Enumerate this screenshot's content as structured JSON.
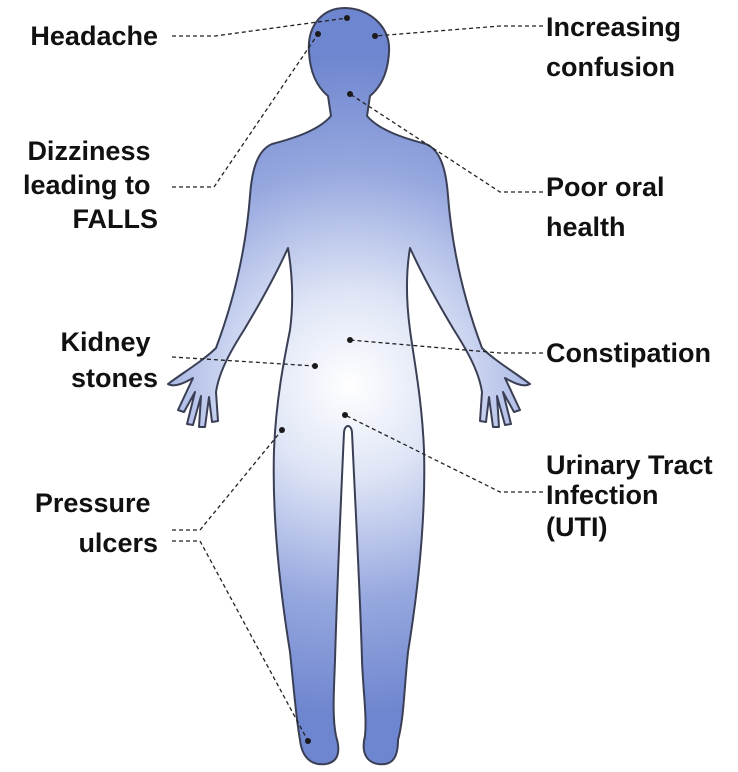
{
  "colors": {
    "body_fill_outer": "#6e86cf",
    "body_fill_inner": "#ffffff",
    "body_outline": "#3a3f55",
    "leader_line": "#222222",
    "text": "#111111"
  },
  "labels": {
    "headache": "Headache",
    "confusion": [
      "Increasing",
      "confusion"
    ],
    "dizziness": [
      "Dizziness",
      "leading to",
      "FALLS"
    ],
    "oral_health": [
      "Poor oral",
      "health"
    ],
    "kidney_stones": [
      "Kidney",
      "stones"
    ],
    "constipation": "Constipation",
    "pressure_ulcers": [
      "Pressure",
      "ulcers"
    ],
    "uti": [
      "Urinary Tract",
      "Infection",
      "(UTI)"
    ]
  }
}
